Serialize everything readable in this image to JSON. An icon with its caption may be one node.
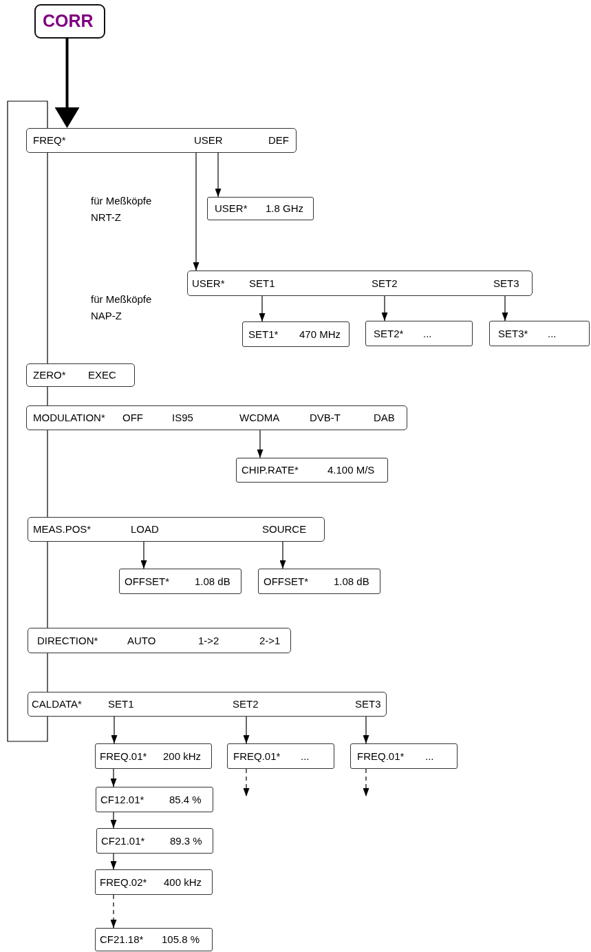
{
  "diagram": {
    "nodes": [
      {
        "text": [
          "CORR"
        ]
      },
      {
        "text": [
          "FREQ*",
          "USER",
          "DEF"
        ]
      },
      {
        "text": [
          "USER*",
          "1.8 GHz"
        ]
      },
      {
        "text": [
          "USER*",
          "SET1",
          "SET2",
          "SET3"
        ]
      },
      {
        "text": [
          "SET1*",
          "470 MHz"
        ]
      },
      {
        "text": [
          "SET2*",
          "..."
        ]
      },
      {
        "text": [
          "SET3*",
          "..."
        ]
      },
      {
        "text": [
          "ZERO*",
          "EXEC"
        ]
      },
      {
        "text": [
          "MODULATION*",
          "OFF",
          "IS95",
          "WCDMA",
          "DVB-T",
          "DAB"
        ]
      },
      {
        "text": [
          "CHIP.RATE*",
          "4.100 M/S"
        ]
      },
      {
        "text": [
          "MEAS.POS*",
          "LOAD",
          "SOURCE"
        ]
      },
      {
        "text": [
          "OFFSET*",
          "1.08 dB"
        ]
      },
      {
        "text": [
          "OFFSET*",
          "1.08 dB"
        ]
      },
      {
        "text": [
          "DIRECTION*",
          "AUTO",
          "1->2",
          "2->1"
        ]
      },
      {
        "text": [
          "CALDATA*",
          "SET1",
          "SET2",
          "SET3"
        ]
      },
      {
        "text": [
          "FREQ.01*",
          "200 kHz"
        ]
      },
      {
        "text": [
          "FREQ.01*",
          "..."
        ]
      },
      {
        "text": [
          "FREQ.01*",
          "..."
        ]
      },
      {
        "text": [
          "CF12.01*",
          "85.4 %"
        ]
      },
      {
        "text": [
          "CF21.01*",
          "89.3 %"
        ]
      },
      {
        "text": [
          "FREQ.02*",
          "400 kHz"
        ]
      },
      {
        "text": [
          "CF21.18*",
          "105.8 %"
        ]
      }
    ],
    "edges": [
      {
        "from": 0,
        "to": 1,
        "arrow": "to",
        "style": "thick"
      },
      {
        "from": 1,
        "to": 3,
        "arrow": "to"
      },
      {
        "from": 1,
        "to": 2,
        "arrow": "to"
      },
      {
        "from": 3,
        "to": 4,
        "arrow": "to"
      },
      {
        "from": 3,
        "to": 5,
        "arrow": "to"
      },
      {
        "from": 3,
        "to": 6,
        "arrow": "to"
      },
      {
        "from": 8,
        "to": 9,
        "arrow": "to"
      },
      {
        "from": 10,
        "to": 11,
        "arrow": "to"
      },
      {
        "from": 10,
        "to": 12,
        "arrow": "to"
      },
      {
        "from": 14,
        "to": 15,
        "arrow": "to"
      },
      {
        "from": 14,
        "to": 16,
        "arrow": "to"
      },
      {
        "from": 14,
        "to": 17,
        "arrow": "to"
      },
      {
        "from": 15,
        "to": 18,
        "arrow": "to"
      },
      {
        "from": 18,
        "to": 19,
        "arrow": "to"
      },
      {
        "from": 19,
        "to": 20,
        "arrow": "to"
      },
      {
        "from": 20,
        "to": 21,
        "arrow": "to",
        "style": "dashed"
      },
      {
        "from": 16,
        "to": null,
        "arrow": "to",
        "style": "dashed"
      },
      {
        "from": 17,
        "to": null,
        "arrow": "to",
        "style": "dashed"
      },
      {
        "from": 1,
        "to": 7,
        "arrow": "none"
      },
      {
        "from": 7,
        "to": 8,
        "arrow": "none"
      },
      {
        "from": 8,
        "to": 10,
        "arrow": "none"
      },
      {
        "from": 10,
        "to": 13,
        "arrow": "none"
      },
      {
        "from": 13,
        "to": 14,
        "arrow": "none"
      },
      {
        "from": 14,
        "to": 1,
        "arrow": "none"
      }
    ],
    "labels": [
      "für Meßköpfe NRT-Z",
      "für Meßköpfe NAP-Z"
    ]
  }
}
